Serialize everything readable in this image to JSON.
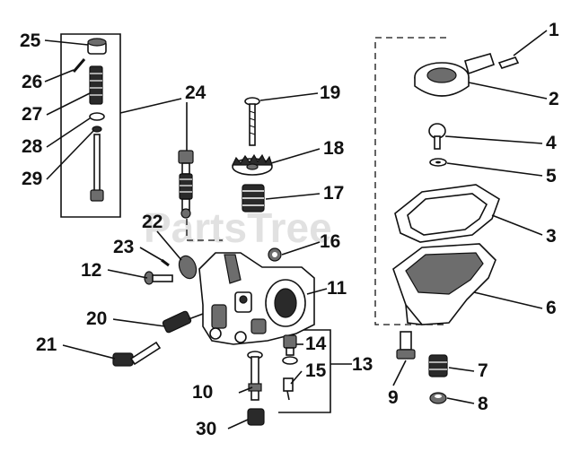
{
  "watermark": "PartsTree",
  "callouts": [
    {
      "id": "c1",
      "label": "1"
    },
    {
      "id": "c2",
      "label": "2"
    },
    {
      "id": "c3",
      "label": "3"
    },
    {
      "id": "c4",
      "label": "4"
    },
    {
      "id": "c5",
      "label": "5"
    },
    {
      "id": "c6",
      "label": "6"
    },
    {
      "id": "c7",
      "label": "7"
    },
    {
      "id": "c8",
      "label": "8"
    },
    {
      "id": "c9",
      "label": "9"
    },
    {
      "id": "c10",
      "label": "10"
    },
    {
      "id": "c11",
      "label": "11"
    },
    {
      "id": "c12",
      "label": "12"
    },
    {
      "id": "c13",
      "label": "13"
    },
    {
      "id": "c14",
      "label": "14"
    },
    {
      "id": "c15",
      "label": "15"
    },
    {
      "id": "c16",
      "label": "16"
    },
    {
      "id": "c17",
      "label": "17"
    },
    {
      "id": "c18",
      "label": "18"
    },
    {
      "id": "c19",
      "label": "19"
    },
    {
      "id": "c20",
      "label": "20"
    },
    {
      "id": "c21",
      "label": "21"
    },
    {
      "id": "c22",
      "label": "22"
    },
    {
      "id": "c23",
      "label": "23"
    },
    {
      "id": "c24",
      "label": "24"
    },
    {
      "id": "c25",
      "label": "25"
    },
    {
      "id": "c26",
      "label": "26"
    },
    {
      "id": "c27",
      "label": "27"
    },
    {
      "id": "c28",
      "label": "28"
    },
    {
      "id": "c29",
      "label": "29"
    },
    {
      "id": "c30",
      "label": "30"
    }
  ]
}
